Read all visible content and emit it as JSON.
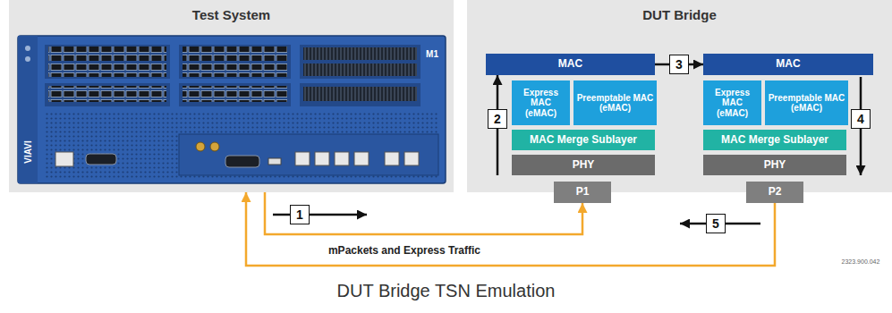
{
  "diagram": {
    "caption": "DUT Bridge TSN Emulation",
    "nodes": [
      {
        "text": [
          "Test System"
        ]
      },
      {
        "text": [
          "DUT Bridge"
        ]
      },
      {
        "text": [
          "MAC"
        ],
        "in": 1
      },
      {
        "text": [
          "Express MAC (eMAC)"
        ],
        "in": 1
      },
      {
        "text": [
          "Preemptable MAC (eMAC)"
        ],
        "in": 1
      },
      {
        "text": [
          "MAC Merge Sublayer"
        ],
        "in": 1
      },
      {
        "text": [
          "PHY"
        ],
        "in": 1
      },
      {
        "text": [
          "MAC"
        ],
        "in": 1
      },
      {
        "text": [
          "Express MAC (eMAC)"
        ],
        "in": 1
      },
      {
        "text": [
          "Preemptable MAC (eMAC)"
        ],
        "in": 1
      },
      {
        "text": [
          "MAC Merge Sublayer"
        ],
        "in": 1
      },
      {
        "text": [
          "PHY"
        ],
        "in": 1
      },
      {
        "text": [
          "P1"
        ],
        "in": 1
      },
      {
        "text": [
          "P2"
        ],
        "in": 1
      }
    ],
    "edges": [
      {
        "from": 0,
        "to": 12,
        "arrow": "to",
        "label": "mPackets and Express Traffic"
      },
      {
        "from": 13,
        "to": 0,
        "arrow": "to"
      },
      {
        "from": 2,
        "to": 7,
        "arrow": "to",
        "label": "3"
      }
    ],
    "labels": [
      "VIAVI",
      "M1",
      "1",
      "2",
      "4",
      "5",
      "2323.900.042"
    ]
  }
}
